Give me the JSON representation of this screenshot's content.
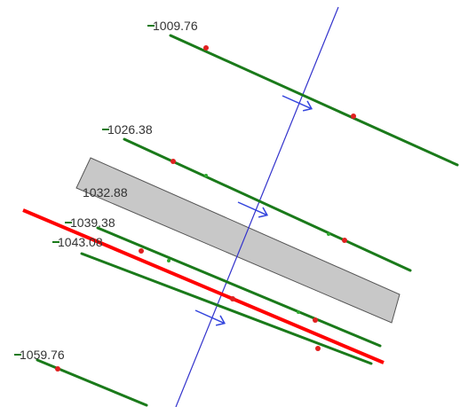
{
  "colors": {
    "contour": "#1a7a1a",
    "contour_marker": "#e02020",
    "section_line": "#ff0000",
    "axis_line": "#3333cc",
    "flow_arrow": "#3344dd",
    "block_fill": "#c8c8c8",
    "block_stroke": "#555555",
    "label_text": "#333333"
  },
  "contour_labels": [
    {
      "id": "c1",
      "text": "1009.76"
    },
    {
      "id": "c2",
      "text": "1026.38"
    },
    {
      "id": "c3",
      "text": "1039.38"
    },
    {
      "id": "c4",
      "text": "1043.08"
    },
    {
      "id": "c5",
      "text": "1059.76"
    }
  ],
  "block_label": "1032.88",
  "icons": [
    "flow-arrow-icon"
  ]
}
